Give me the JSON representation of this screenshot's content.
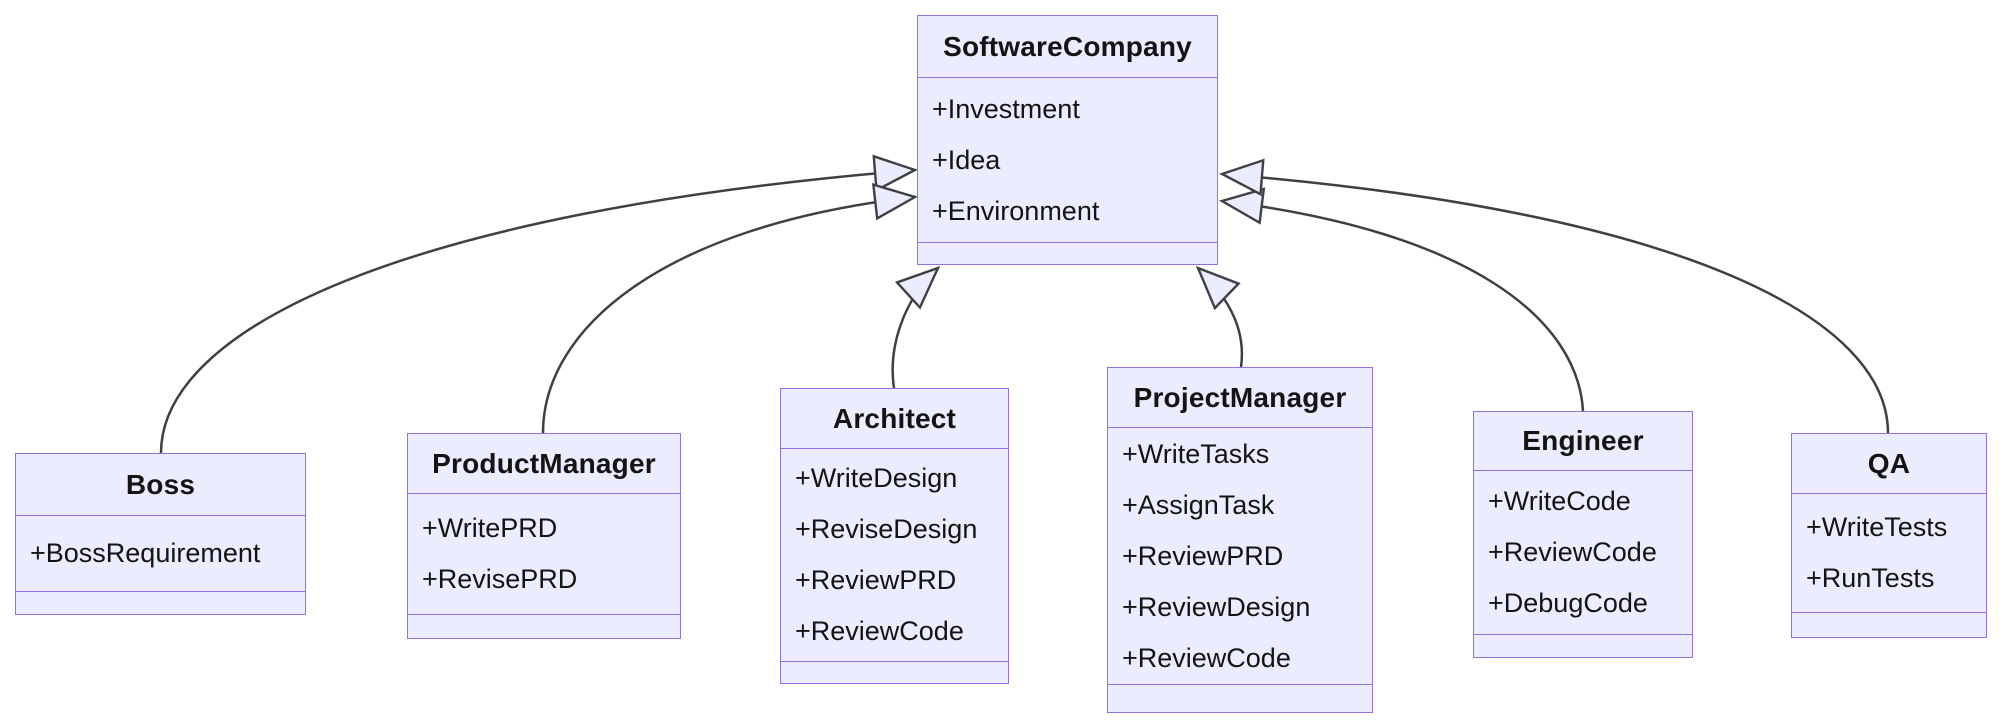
{
  "diagram": {
    "kind": "uml-class-diagram",
    "colors": {
      "background": "#ffffff",
      "node_fill": "#ECECFF",
      "node_border": "#9370DB",
      "edge_stroke": "#3f3f46",
      "arrowhead_fill": "#ECECFF",
      "text": "#141414"
    },
    "classes": [
      {
        "name": "SoftwareCompany",
        "attributes": [
          "+Investment",
          "+Idea",
          "+Environment"
        ]
      },
      {
        "name": "Boss",
        "attributes": [
          "+BossRequirement"
        ]
      },
      {
        "name": "ProductManager",
        "attributes": [
          "+WritePRD",
          "+RevisePRD"
        ]
      },
      {
        "name": "Architect",
        "attributes": [
          "+WriteDesign",
          "+ReviseDesign",
          "+ReviewPRD",
          "+ReviewCode"
        ]
      },
      {
        "name": "ProjectManager",
        "attributes": [
          "+WriteTasks",
          "+AssignTask",
          "+ReviewPRD",
          "+ReviewDesign",
          "+ReviewCode"
        ]
      },
      {
        "name": "Engineer",
        "attributes": [
          "+WriteCode",
          "+ReviewCode",
          "+DebugCode"
        ]
      },
      {
        "name": "QA",
        "attributes": [
          "+WriteTests",
          "+RunTests"
        ]
      }
    ],
    "relations": [
      {
        "from": "Boss",
        "to": "SoftwareCompany",
        "type": "inheritance"
      },
      {
        "from": "ProductManager",
        "to": "SoftwareCompany",
        "type": "inheritance"
      },
      {
        "from": "Architect",
        "to": "SoftwareCompany",
        "type": "inheritance"
      },
      {
        "from": "ProjectManager",
        "to": "SoftwareCompany",
        "type": "inheritance"
      },
      {
        "from": "Engineer",
        "to": "SoftwareCompany",
        "type": "inheritance"
      },
      {
        "from": "QA",
        "to": "SoftwareCompany",
        "type": "inheritance"
      }
    ]
  }
}
